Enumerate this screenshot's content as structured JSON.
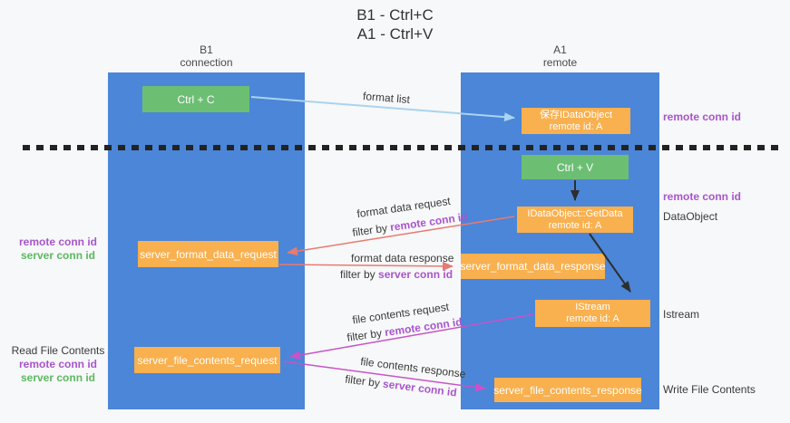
{
  "title": {
    "line1": "B1 - Ctrl+C",
    "line2": "A1 - Ctrl+V"
  },
  "columns": {
    "left": {
      "name": "B1",
      "role": "connection"
    },
    "right": {
      "name": "A1",
      "role": "remote"
    }
  },
  "boxes": {
    "ctrl_c": {
      "label": "Ctrl + C"
    },
    "save_dataobject": {
      "line1": "保存IDataObject",
      "line2": "remote id: A"
    },
    "ctrl_v": {
      "label": "Ctrl + V"
    },
    "getdata": {
      "line1": "IDataObject::GetData",
      "line2": "remote id: A"
    },
    "format_request": {
      "label": "server_format_data_request"
    },
    "format_response": {
      "label": "server_format_data_response"
    },
    "istream": {
      "line1": "IStream",
      "line2": "remote id: A"
    },
    "file_request": {
      "label": "server_file_contents_request"
    },
    "file_response": {
      "label": "server_file_contents_response"
    }
  },
  "flow_labels": {
    "format_list": "format list",
    "format_data_request": "format data request",
    "format_data_response": "format data response",
    "file_contents_request": "file contents request",
    "file_contents_response": "file contents response",
    "filter_by": "filter by ",
    "remote_conn_id": "remote conn id",
    "server_conn_id": "server conn id"
  },
  "side_labels": {
    "left": {
      "remote_conn_id": "remote conn id",
      "server_conn_id": "server conn id",
      "read_file_contents": "Read File Contents",
      "remote_conn_id_2": "remote conn id",
      "server_conn_id_2": "server conn id"
    },
    "right": {
      "remote_conn_id_top": "remote conn id",
      "remote_conn_id_mid": "remote conn id",
      "dataobject": "DataObject",
      "istream": "Istream",
      "write_file_contents": "Write File Contents"
    }
  },
  "colors": {
    "lane_blue": "#4b86d8",
    "box_green": "#6cbe73",
    "box_orange": "#f9b04e",
    "label_purple": "#a855cc",
    "label_green": "#5cb860",
    "arrow_red": "#e87a72",
    "arrow_magenta": "#c853c8",
    "arrow_lightblue": "#a9d3f0",
    "arrow_black": "#2e2e2e"
  }
}
